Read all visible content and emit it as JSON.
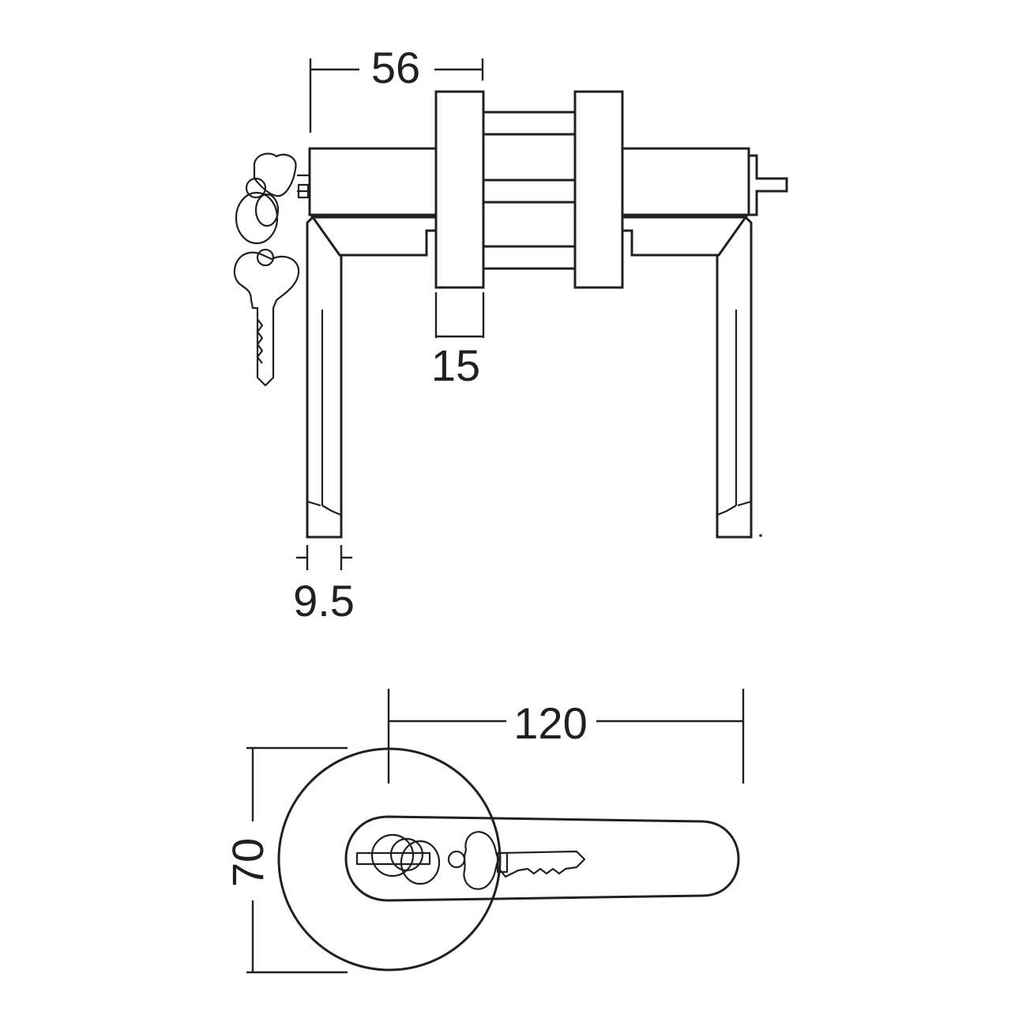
{
  "dimensions": {
    "width_total": "56",
    "rose_thickness": "15",
    "lever_thickness": "9.5",
    "lever_length": "120",
    "rose_diameter": "70"
  },
  "colors": {
    "line": "#231f20",
    "background": "#ffffff"
  }
}
